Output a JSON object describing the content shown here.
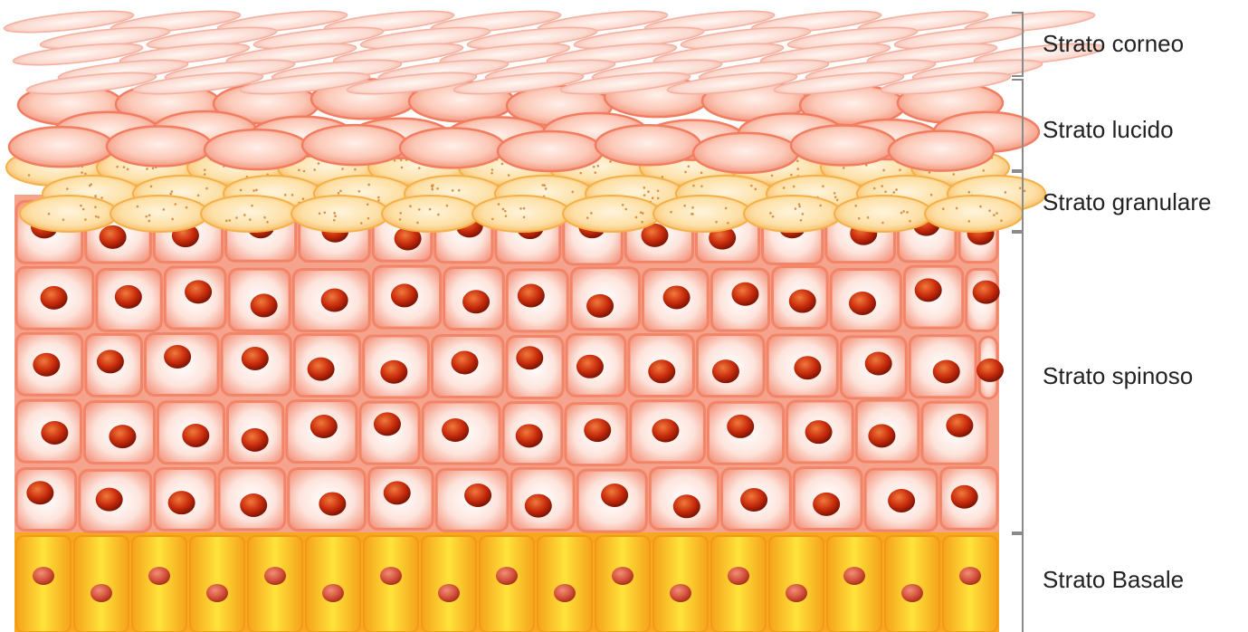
{
  "diagram": {
    "layers": [
      {
        "id": "corneo",
        "label": "Strato corneo"
      },
      {
        "id": "lucido",
        "label": "Strato lucido"
      },
      {
        "id": "granulare",
        "label": "Strato granulare"
      },
      {
        "id": "spinoso",
        "label": "Strato spinoso"
      },
      {
        "id": "basale",
        "label": "Strato Basale"
      }
    ]
  }
}
